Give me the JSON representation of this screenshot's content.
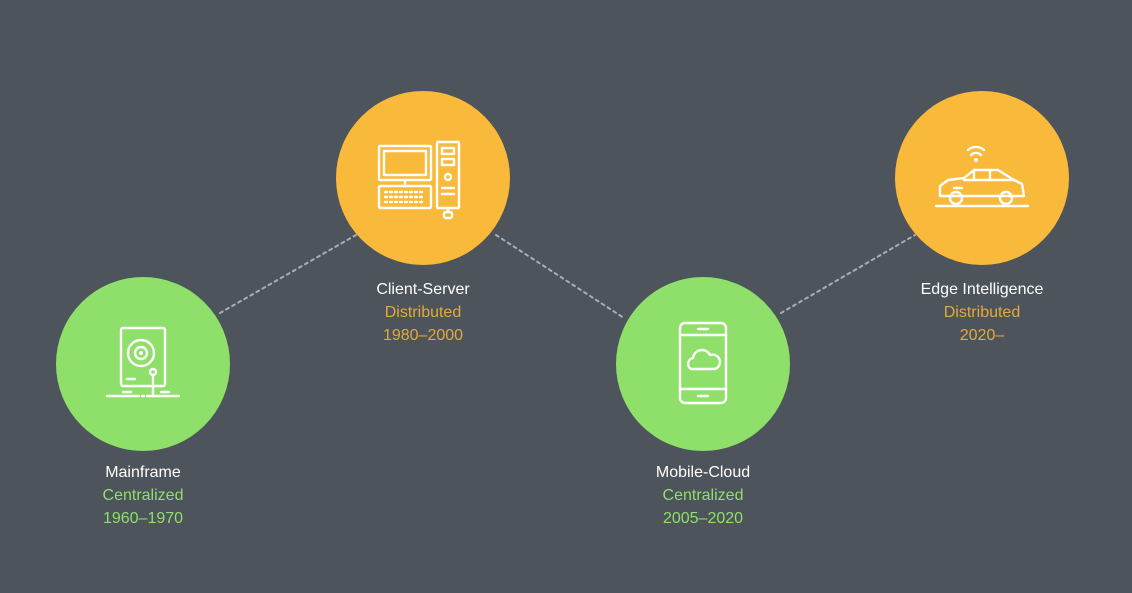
{
  "colors": {
    "background": "#4d545b",
    "centralized": "#8fe06a",
    "distributed": "#f9b93a",
    "centralized_text": "#8fe06a",
    "distributed_text": "#e5a93b",
    "connector": "#a8aeb4"
  },
  "nodes": [
    {
      "id": "mainframe",
      "title": "Mainframe",
      "kind": "Centralized",
      "years": "1960–1970",
      "icon": "hard-drive-icon"
    },
    {
      "id": "client-server",
      "title": "Client-Server",
      "kind": "Distributed",
      "years": "1980–2000",
      "icon": "desktop-computer-icon"
    },
    {
      "id": "mobile-cloud",
      "title": "Mobile-Cloud",
      "kind": "Centralized",
      "years": "2005–2020",
      "icon": "smartphone-cloud-icon"
    },
    {
      "id": "edge-intelligence",
      "title": "Edge Intelligence",
      "kind": "Distributed",
      "years": "2020–",
      "icon": "connected-car-icon"
    }
  ]
}
